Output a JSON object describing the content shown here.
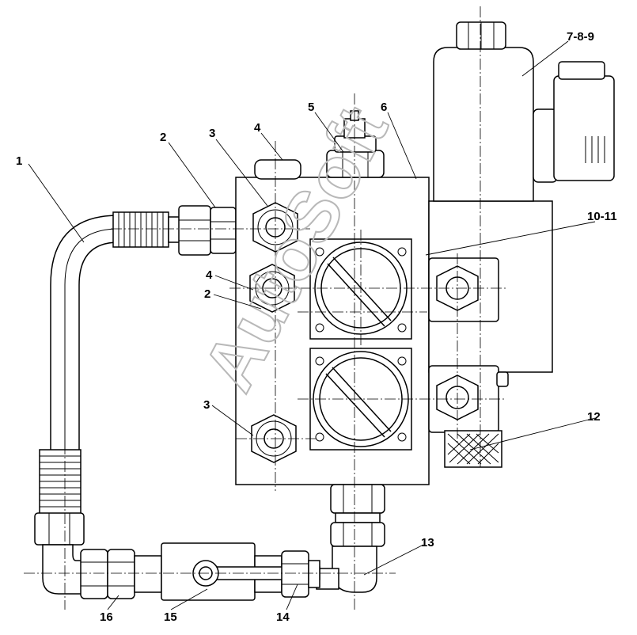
{
  "watermark": "AutoSoft",
  "callouts": {
    "c1": "1",
    "c2a": "2",
    "c3a": "3",
    "c4a": "4",
    "c5": "5",
    "c6": "6",
    "c789": "7-8-9",
    "c1011": "10-11",
    "c4b": "4",
    "c2b": "2",
    "c3b": "3",
    "c12": "12",
    "c13": "13",
    "c14": "14",
    "c15": "15",
    "c16": "16"
  }
}
